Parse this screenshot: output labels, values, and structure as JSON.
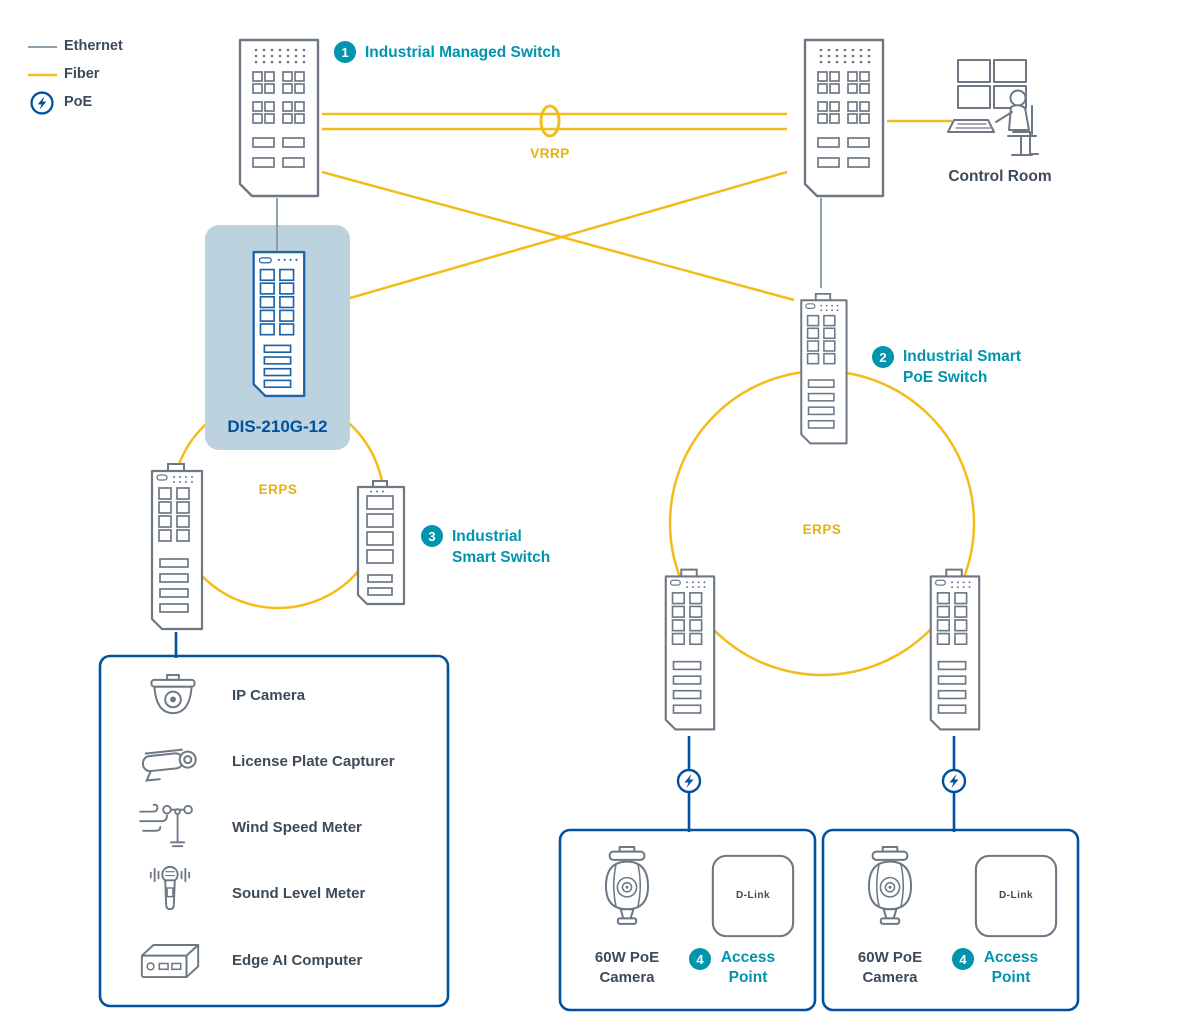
{
  "colors": {
    "teal": "#0094AF",
    "gold": "#E9B10E",
    "fiber_yellow": "#F2BC1B",
    "ethernet_gray": "#8DA0AE",
    "poe_blue": "#0050A0",
    "box_blue": "#00529C",
    "device_gray": "#6E7884",
    "dis_blue": "#1E63A5",
    "highlight_bg": "#BCD3DF",
    "text_dark": "#3D4B59"
  },
  "legend": {
    "ethernet": "Ethernet",
    "fiber": "Fiber",
    "poe": "PoE"
  },
  "links": {
    "vrrp": "VRRP",
    "erps_left": "ERPS",
    "erps_right": "ERPS"
  },
  "nodes": {
    "managed_switch": {
      "badge": "1",
      "label": "Industrial Managed Switch"
    },
    "smart_poe_switch": {
      "badge": "2",
      "label": "Industrial Smart PoE Switch"
    },
    "smart_switch": {
      "badge": "3",
      "label": "Industrial Smart Switch"
    },
    "access_point": {
      "badge": "4",
      "label": "Access Point"
    },
    "control_room": {
      "label": "Control Room"
    },
    "dis_switch": {
      "label": "DIS-210G-12"
    },
    "poe_camera": {
      "label": "60W PoE Camera"
    },
    "ap_brand": "D-Link"
  },
  "device_list": [
    "IP Camera",
    "License Plate Capturer",
    "Wind Speed Meter",
    "Sound Level Meter",
    "Edge AI Computer"
  ],
  "icons": {
    "poe": "lightning-bolt-in-circle",
    "vrrp_link": "aggregation-oval",
    "device_icons": [
      "rack-switch",
      "din-rail-switch",
      "dis-210g-12-switch",
      "dome-camera",
      "bullet-camera",
      "anemometer",
      "sound-level-meter",
      "edge-ai-box",
      "ptz-camera",
      "access-point",
      "control-room-workstation"
    ]
  }
}
